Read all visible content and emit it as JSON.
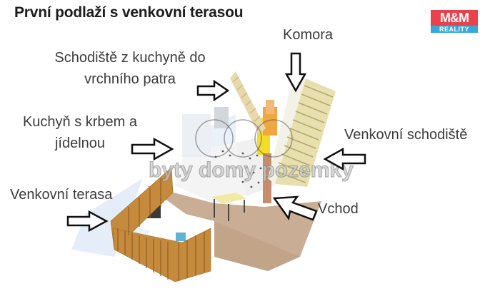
{
  "title": "První podlaží s venkovní terasou",
  "logo": {
    "brand": "M&M",
    "subtitle": "REALITY",
    "colors": {
      "top": "#e9424c",
      "bottom": "#36a8dc"
    }
  },
  "labels": {
    "stairs_kitchen_line1": "Schodiště z kuchyně do",
    "stairs_kitchen_line2": "vrchního patra",
    "kitchen_line1": "Kuchyň s krbem a",
    "kitchen_line2": "jídelnou",
    "storage": "Komora",
    "outdoor_stairs": "Venkovní schodiště",
    "terrace": "Venkovní terasa",
    "entrance": "Vchod"
  },
  "watermark": "byty domy pozemky",
  "colors": {
    "floor": "#c9ad94",
    "fence": "#c58a3c",
    "stairs": "#e7dfad",
    "wall": "#f2f2f2",
    "accent_yellow": "#f3dc2a"
  }
}
